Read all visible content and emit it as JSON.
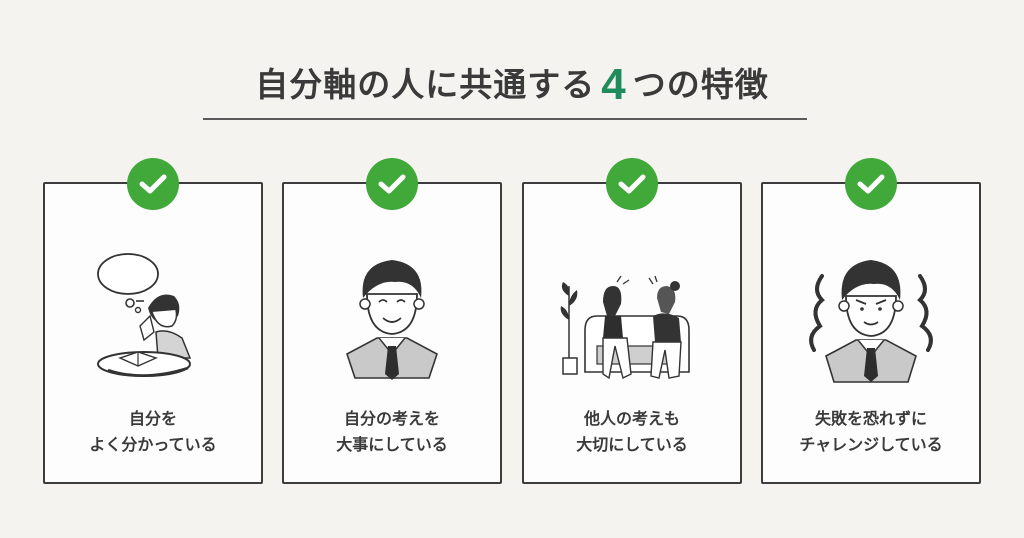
{
  "header": {
    "title_prefix": "自分軸の人に共通する",
    "title_number": "4",
    "title_suffix": "つの特徴",
    "accent_color": "#1f8c5c"
  },
  "check_color": "#41a83a",
  "cards": [
    {
      "icon": "check-icon",
      "illustration": "person-thinking-reading-book",
      "line1": "自分を",
      "line2": "よく分かっている"
    },
    {
      "icon": "check-icon",
      "illustration": "smiling-businessman",
      "line1": "自分の考えを",
      "line2": "大事にしている"
    },
    {
      "icon": "check-icon",
      "illustration": "two-women-talking-on-sofa",
      "line1": "他人の考えも",
      "line2": "大切にしている"
    },
    {
      "icon": "check-icon",
      "illustration": "determined-businessman",
      "line1": "失敗を恐れずに",
      "line2": "チャレンジしている"
    }
  ]
}
